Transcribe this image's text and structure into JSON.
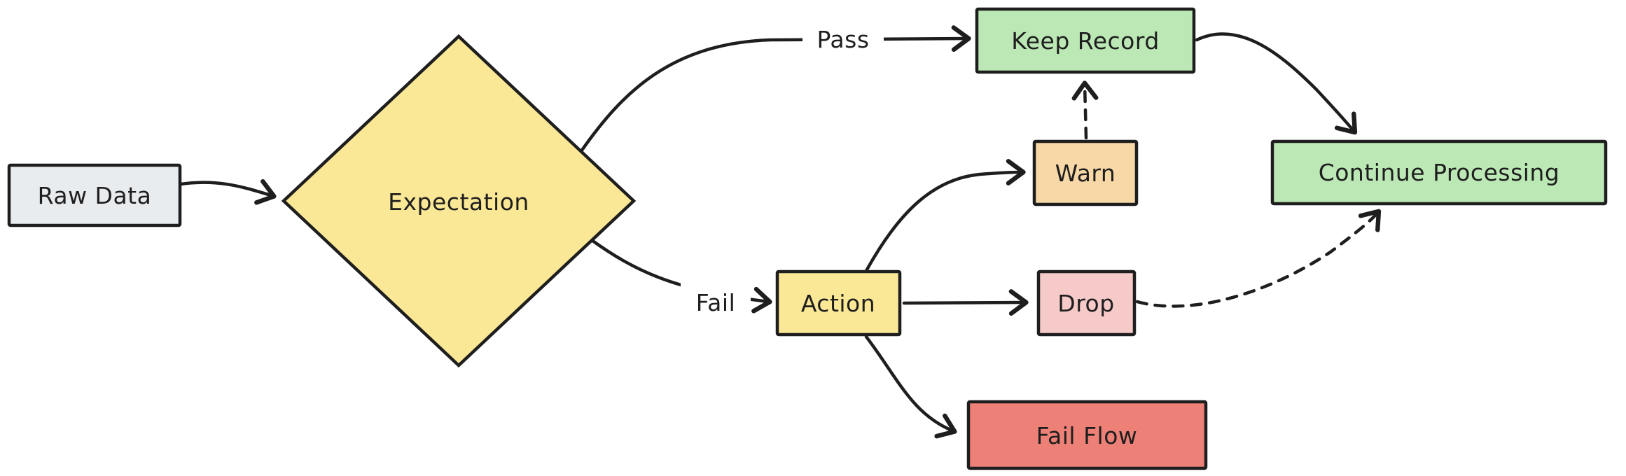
{
  "diagram": {
    "type": "flowchart",
    "style": "hand-drawn",
    "background": "#ffffff",
    "stroke_color": "#1e1e1e"
  },
  "nodes": {
    "raw_data": {
      "label": "Raw Data",
      "fill": "#e9ecef",
      "shape": "rectangle"
    },
    "expectation": {
      "label": "Expectation",
      "fill": "#fae896",
      "shape": "diamond"
    },
    "keep_record": {
      "label": "Keep Record",
      "fill": "#bce8b5",
      "shape": "rectangle"
    },
    "warn": {
      "label": "Warn",
      "fill": "#f8d8a6",
      "shape": "rectangle"
    },
    "action": {
      "label": "Action",
      "fill": "#fae896",
      "shape": "rectangle"
    },
    "drop": {
      "label": "Drop",
      "fill": "#f7caca",
      "shape": "rectangle"
    },
    "fail_flow": {
      "label": "Fail Flow",
      "fill": "#ee8177",
      "shape": "rectangle"
    },
    "continue_processing": {
      "label": "Continue Processing",
      "fill": "#bce8b5",
      "shape": "rectangle"
    }
  },
  "edge_labels": {
    "pass": "Pass",
    "fail": "Fail"
  },
  "edges": [
    {
      "from": "raw_data",
      "to": "expectation",
      "label": "",
      "line": "solid"
    },
    {
      "from": "expectation",
      "to": "keep_record",
      "label": "Pass",
      "line": "solid"
    },
    {
      "from": "expectation",
      "to": "action",
      "label": "Fail",
      "line": "solid"
    },
    {
      "from": "action",
      "to": "warn",
      "label": "",
      "line": "solid"
    },
    {
      "from": "warn",
      "to": "keep_record",
      "label": "",
      "line": "dashed"
    },
    {
      "from": "action",
      "to": "drop",
      "label": "",
      "line": "solid"
    },
    {
      "from": "action",
      "to": "fail_flow",
      "label": "",
      "line": "solid"
    },
    {
      "from": "drop",
      "to": "continue_processing",
      "label": "",
      "line": "dashed"
    },
    {
      "from": "keep_record",
      "to": "continue_processing",
      "label": "",
      "line": "solid"
    }
  ]
}
